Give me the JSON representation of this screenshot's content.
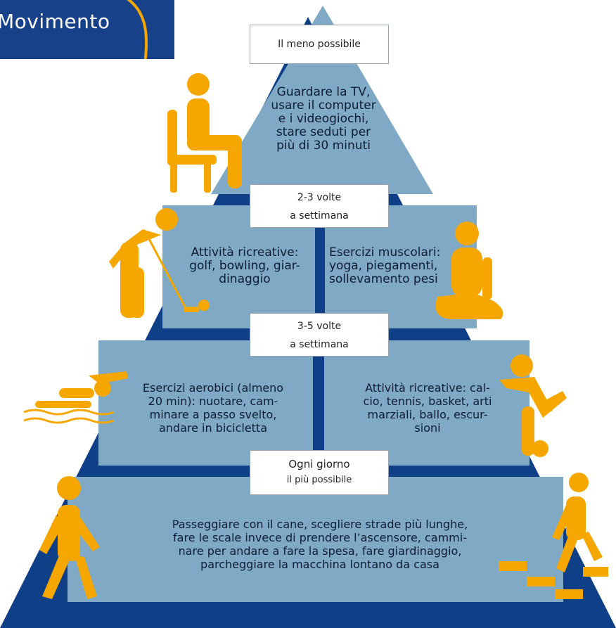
{
  "header": {
    "title": "Movimento"
  },
  "levels": {
    "top": {
      "frequency": "Il meno possibile",
      "text": [
        "Guardare la TV,",
        "usare il computer",
        "e i videogiochi,",
        "stare seduti per",
        "più di 30 minuti"
      ]
    },
    "second": {
      "frequency_line1": "2-3 volte",
      "frequency_line2": "a settimana",
      "left": [
        "Attività ricreative:",
        "golf, bowling, giar-",
        "dinaggio"
      ],
      "right": [
        "Esercizi muscolari:",
        "yoga, piegamenti,",
        "sollevamento pesi"
      ]
    },
    "third": {
      "frequency_line1": "3-5 volte",
      "frequency_line2": "a settimana",
      "left": [
        "Esercizi aerobici (almeno",
        "20 min): nuotare, cam-",
        "minare a passo svelto,",
        "andare in bicicletta"
      ],
      "right": [
        "Attività ricreative: cal-",
        "cio, tennis, basket, arti",
        "marziali, ballo, escur-",
        "sioni"
      ]
    },
    "base": {
      "frequency_line1": "Ogni giorno",
      "frequency_line2": "il più possibile",
      "text": [
        "Passeggiare con il cane, scegliere strade più lunghe,",
        "fare le scale invece di prendere l’ascensore, cammi-",
        "nare per andare a fare la spesa, fare giardinaggio,",
        "parcheggiare la macchina lontano da casa"
      ]
    }
  },
  "colors": {
    "navy": "#0f3f86",
    "pyramid": "#7fa9c5",
    "figure": "#f5a700",
    "header_bg": "#17428a"
  },
  "icons": [
    "sitting-person-icon",
    "golfer-icon",
    "yoga-person-icon",
    "swimmer-icon",
    "soccer-player-icon",
    "walking-person-icon",
    "stair-climber-icon"
  ]
}
